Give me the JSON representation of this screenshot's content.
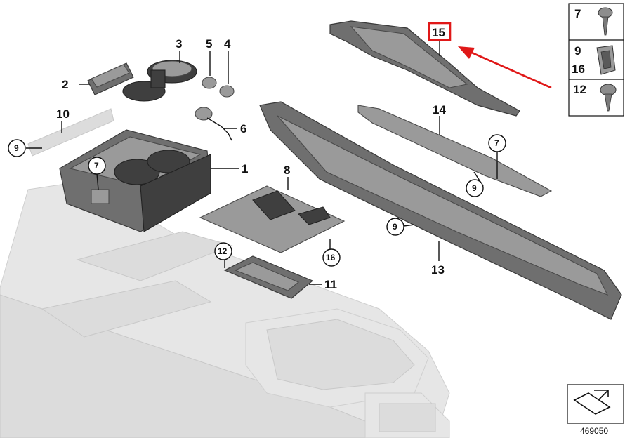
{
  "diagram": {
    "part_numbers": {
      "p1": "1",
      "p2": "2",
      "p3": "3",
      "p4": "4",
      "p5": "5",
      "p6": "6",
      "p7": "7",
      "p8": "8",
      "p9": "9",
      "p10": "10",
      "p11": "11",
      "p12": "12",
      "p13": "13",
      "p14": "14",
      "p15": "15",
      "p16": "16"
    },
    "highlighted_part": "15",
    "highlight_color": "#e01818",
    "fastener_legend": [
      {
        "numbers": [
          "7"
        ],
        "icon": "screw-icon"
      },
      {
        "numbers": [
          "9",
          "16"
        ],
        "icon": "clip-nut-icon"
      },
      {
        "numbers": [
          "12"
        ],
        "icon": "screw-icon"
      }
    ],
    "diagram_number": "469050",
    "diagram_number_icon": "view-direction-icon"
  }
}
